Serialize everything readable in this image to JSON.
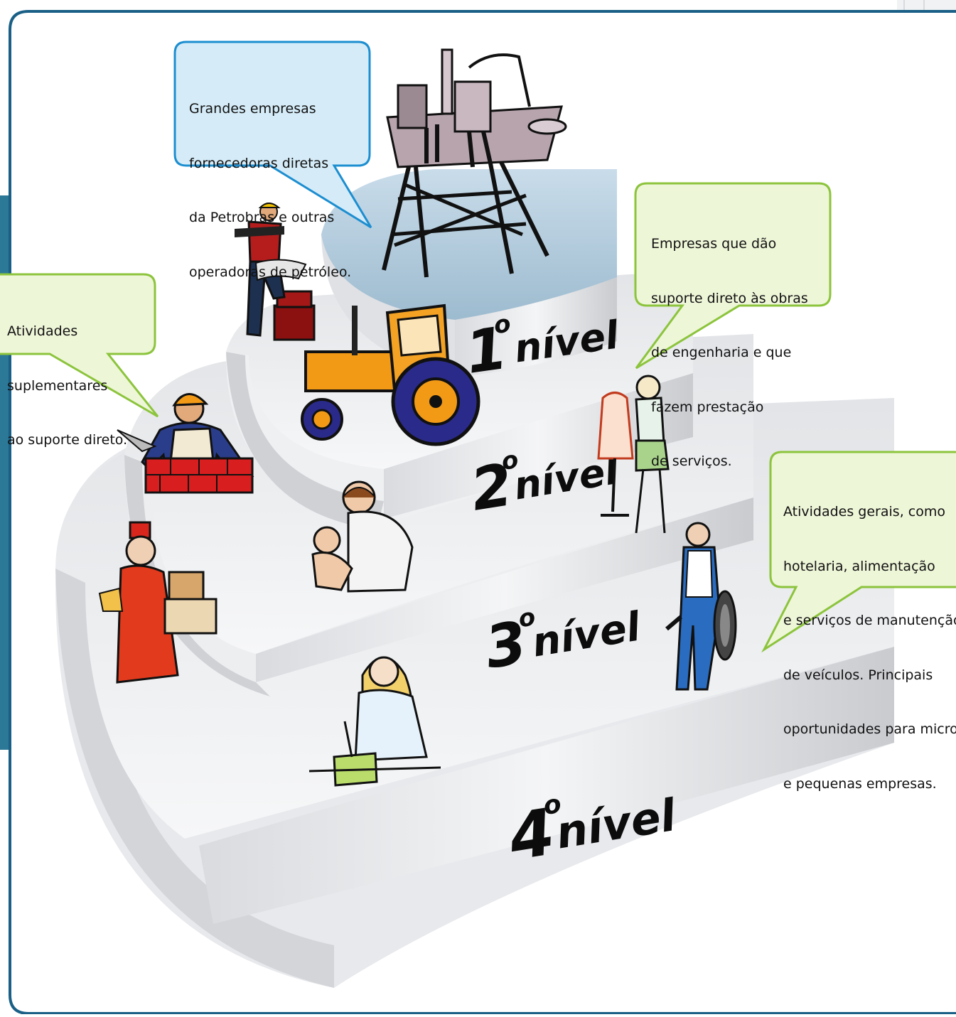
{
  "bubbles": [
    {
      "id": "top",
      "lines": [
        "Grandes empresas",
        "fornecedoras diretas",
        "da Petrobras e outras",
        "operadoras de petróleo."
      ]
    },
    {
      "id": "right",
      "lines": [
        "Empresas que dão",
        "suporte direto às obras",
        "de engenharia e que",
        "fazem prestação",
        "de serviços."
      ]
    },
    {
      "id": "left",
      "lines": [
        "Atividades",
        "suplementares",
        "ao suporte direto."
      ]
    },
    {
      "id": "far-right",
      "lines": [
        "Atividades gerais, como",
        "hotelaria, alimentação",
        "e serviços de manutenção",
        "de veículos. Principais",
        "oportunidades para micro",
        "e pequenas empresas."
      ]
    }
  ],
  "levels": [
    {
      "num": "1",
      "sup": "o",
      "word": "nível"
    },
    {
      "num": "2",
      "sup": "o",
      "word": "nível"
    },
    {
      "num": "3",
      "sup": "o",
      "word": "nível"
    },
    {
      "num": "4",
      "sup": "o",
      "word": "nível"
    }
  ],
  "colors": {
    "frame": "#1a5f86",
    "sidebar": "#2c7897",
    "bubble_blue_fill": "#d5ecf8",
    "bubble_blue_stroke": "#1c8ed0",
    "bubble_green_fill": "#eef6d8",
    "bubble_green_stroke": "#8cc43c",
    "step_light": "#f1f2f4",
    "step_dark": "#d5d7db",
    "top_tier": "#b7cfde"
  },
  "figures": [
    "oil-platform-icon",
    "surveyor-worker-icon",
    "tractor-icon",
    "bricklayer-icon",
    "tailor-icon",
    "doctor-icon",
    "bellhop-icon",
    "mechanic-icon",
    "cook-icon"
  ]
}
